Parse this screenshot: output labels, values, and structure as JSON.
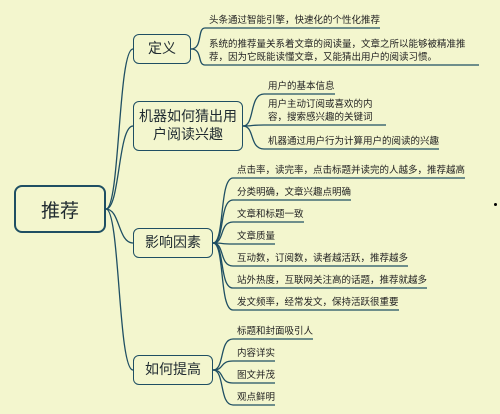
{
  "root": {
    "label": "推荐"
  },
  "branches": [
    {
      "label": "定义",
      "leaves": [
        "头条通过智能引擎，快速化的个性化推荐",
        "系统的推荐量关系着文章的阅读量，文章之所以能够被精准推荐，因为它既能读懂文章，又能猜出用户的阅读习惯。"
      ]
    },
    {
      "label": "机器如何猜出用户阅读兴趣",
      "leaves": [
        "用户的基本信息",
        "用户主动订阅或喜欢的内容，搜索感兴趣的关键词",
        "机器通过用户行为计算用户的阅读的兴趣"
      ]
    },
    {
      "label": "影响因素",
      "leaves": [
        "点击率，读完率，点击标题并读完的人越多，推荐越高",
        "分类明确，文章兴趣点明确",
        "文章和标题一致",
        "文章质量",
        "互动数，订阅数，读者越活跃，推荐越多",
        "站外热度，互联网关注高的话题，推荐就越多",
        "发文频率，经常发文，保持活跃很重要"
      ]
    },
    {
      "label": "如何提高",
      "leaves": [
        "标题和封面吸引人",
        "内容详实",
        "图文并茂",
        "观点鲜明"
      ]
    }
  ]
}
